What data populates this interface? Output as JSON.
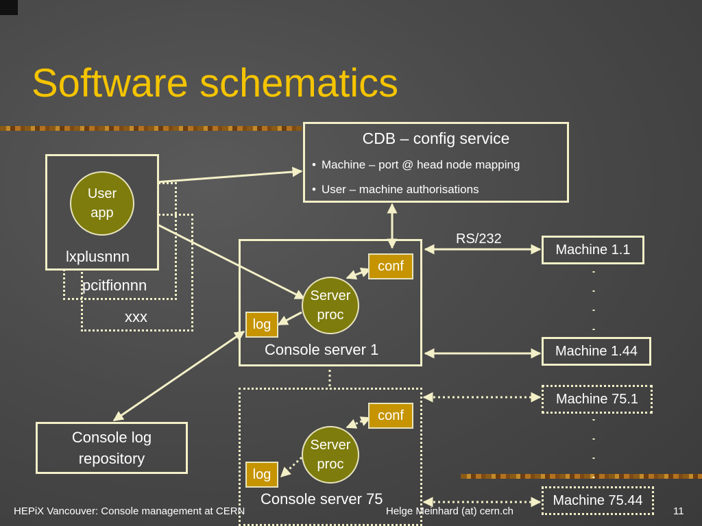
{
  "slide": {
    "title": "Software schematics",
    "footer_left": "HEPiX Vancouver: Console management at CERN",
    "footer_center": "Helge Meinhard (at) cern.ch",
    "page_number": "11"
  },
  "cdb": {
    "title": "CDB – config service",
    "bullets": [
      "Machine – port @ head node mapping",
      "User – machine authorisations"
    ]
  },
  "client": {
    "user_app_line1": "User",
    "user_app_line2": "app",
    "host1": "lxplusnnn",
    "host2": "pcitfionnn",
    "host3": "xxx"
  },
  "console_server_1": {
    "label": "Console server 1",
    "conf": "conf",
    "log": "log",
    "proc_line1": "Server",
    "proc_line2": "proc"
  },
  "console_server_75": {
    "label": "Console server 75",
    "conf": "conf",
    "log": "log",
    "proc_line1": "Server",
    "proc_line2": "proc"
  },
  "repository": {
    "line1": "Console log",
    "line2": "repository"
  },
  "rs232_label": "RS/232",
  "machines": {
    "m1_1": "Machine 1.1",
    "m1_44": "Machine 1.44",
    "m75_1": "Machine 75.1",
    "m75_44": "Machine 75.44"
  },
  "colors": {
    "title": "#f5c400",
    "line": "#f3f0c8",
    "circle": "#7e7c0c",
    "tag": "#c59400"
  }
}
